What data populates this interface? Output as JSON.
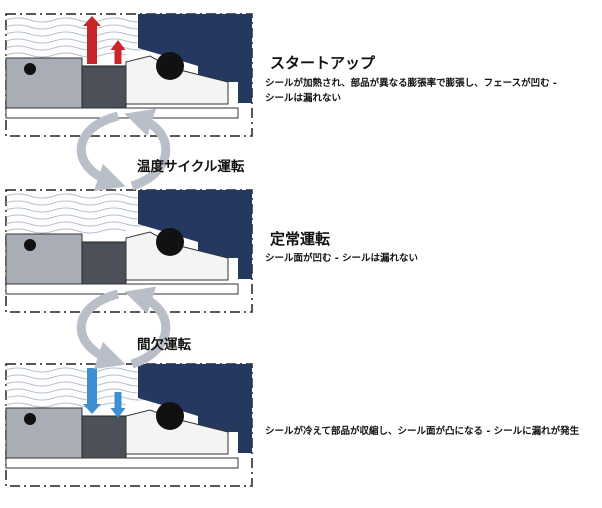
{
  "stages": [
    {
      "heading": "スタートアップ",
      "desc_line1": "シールが加熱され、部品が異なる膨張率で膨張し、フェースが凹む -",
      "desc_line2": "シールは漏れない",
      "arrow_color": "#c8262a"
    },
    {
      "heading": "定常運転",
      "desc_line1": "シール面が凹む - シールは漏れない",
      "desc_line2": "",
      "arrow_color": ""
    },
    {
      "heading": "",
      "desc_line1": "シールが冷えて部品が収縮し、シール面が凸になる - シールに漏れが発生",
      "desc_line2": "",
      "arrow_color": "#3d8fd1"
    }
  ],
  "cycles": [
    {
      "label": "温度サイクル運転"
    },
    {
      "label": "間欠運転"
    }
  ],
  "colors": {
    "navy": "#25385f",
    "gray": "#a9adb6",
    "dark_gray": "#4c5058",
    "white_ring": "#f4f4f4",
    "fluid_line": "#b6c0cd",
    "cycle_arrow": "#b9bfc8"
  }
}
